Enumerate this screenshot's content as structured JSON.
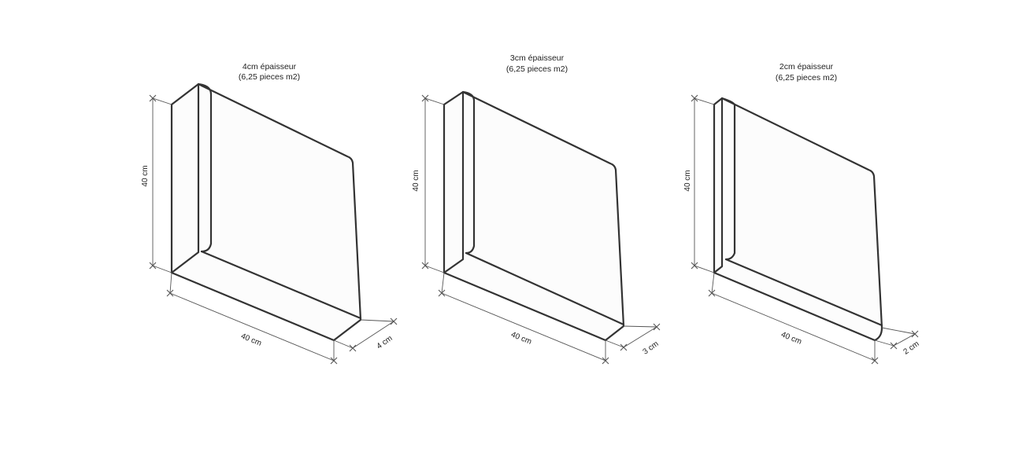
{
  "tiles": [
    {
      "title_line1": "4cm épaisseur",
      "title_line2": "(6,25 pieces m2)",
      "height_label": "40 cm",
      "width_label": "40 cm",
      "thickness_label": "4 cm"
    },
    {
      "title_line1": "3cm épaisseur",
      "title_line2": "(6,25 pieces m2)",
      "height_label": "40 cm",
      "width_label": "40 cm",
      "thickness_label": "3 cm"
    },
    {
      "title_line1": "2cm épaisseur",
      "title_line2": "(6,25 pieces m2)",
      "height_label": "40 cm",
      "width_label": "40 cm",
      "thickness_label": "2 cm"
    }
  ],
  "colors": {
    "outline": "#333333",
    "dimension": "#555555",
    "tile_fill": "#fcfcfc",
    "background": "#ffffff"
  }
}
